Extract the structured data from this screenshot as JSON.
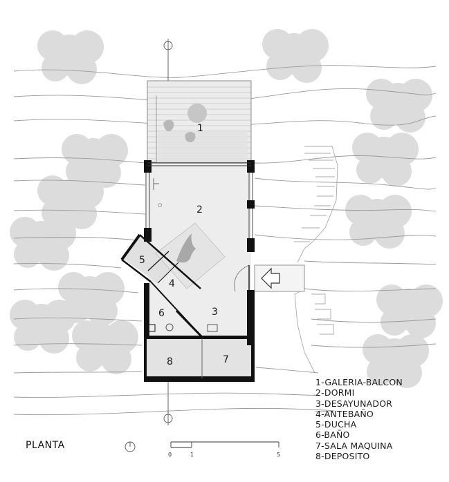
{
  "title": "PLANTA",
  "legend": [
    "1-GALERIA-BALCON",
    "2-DORMI",
    "3-DESAYUNADOR",
    "4-ANTEBAÑO",
    "5-DUCHA",
    "6-BAÑO",
    "7-SALA MAQUINA",
    "8-DEPOSITO"
  ],
  "rooms": [
    "1",
    "2",
    "3",
    "4",
    "5",
    "6",
    "7",
    "8"
  ],
  "scale": {
    "ticks": [
      "0",
      "1",
      "5"
    ]
  },
  "colors": {
    "tree": "#d4d4d4",
    "floor": "#ededed",
    "wall": "#111111",
    "contour": "#9a9a9a"
  }
}
